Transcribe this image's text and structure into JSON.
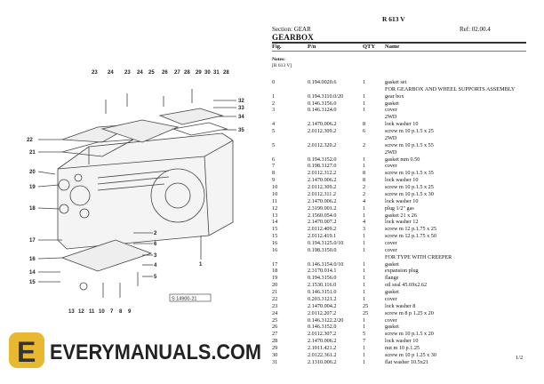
{
  "header": {
    "model": "R 613 V",
    "section": "Section: GEAR",
    "ref": "Ref: 02.00.4",
    "title": "GEARBOX"
  },
  "columns": {
    "fig": "Fig.",
    "pn": "P/n",
    "qty": "QTY",
    "name": "Name"
  },
  "notes": {
    "label": "Notes:",
    "value": "[R 613 V]"
  },
  "rows": [
    {
      "fig": "0",
      "pn": "0.194.0020.6",
      "qty": "1",
      "name": "gasket set"
    },
    {
      "fig": "",
      "pn": "",
      "qty": "",
      "name": "FOR GEARBOX AND WHEEL SUPPORTS ASSEMBLY"
    },
    {
      "fig": "1",
      "pn": "0.194.3110.0/20",
      "qty": "1",
      "name": "gear box"
    },
    {
      "fig": "2",
      "pn": "0.146.3156.0",
      "qty": "1",
      "name": "gasket"
    },
    {
      "fig": "3",
      "pn": "0.146.3124.0",
      "qty": "1",
      "name": "cover"
    },
    {
      "fig": "",
      "pn": "",
      "qty": "",
      "name": "2WD"
    },
    {
      "fig": "4",
      "pn": "2.1470.006.2",
      "qty": "8",
      "name": "lock washer 10"
    },
    {
      "fig": "5",
      "pn": "2.0112.309.2",
      "qty": "6",
      "name": "screw m 10 p.1.5 x 25"
    },
    {
      "fig": "",
      "pn": "",
      "qty": "",
      "name": "2WD"
    },
    {
      "fig": "5",
      "pn": "2.0112.320.2",
      "qty": "2",
      "name": "screw m 10 p.1.5 x 55"
    },
    {
      "fig": "",
      "pn": "",
      "qty": "",
      "name": "2WD"
    },
    {
      "fig": "6",
      "pn": "0.194.3152.0",
      "qty": "1",
      "name": "gasket mm 0.50"
    },
    {
      "fig": "7",
      "pn": "0.198.3127.0",
      "qty": "1",
      "name": "cover"
    },
    {
      "fig": "8",
      "pn": "2.0112.312.2",
      "qty": "8",
      "name": "screw m 10 p.1.5 x 35"
    },
    {
      "fig": "9",
      "pn": "2.1470.006.2",
      "qty": "8",
      "name": "lock washer 10"
    },
    {
      "fig": "10",
      "pn": "2.0112.309.2",
      "qty": "2",
      "name": "screw m 10 p.1.5 x 25"
    },
    {
      "fig": "10",
      "pn": "2.0112.311.2",
      "qty": "2",
      "name": "screw m 10 p.1.5 x 30"
    },
    {
      "fig": "11",
      "pn": "2.1470.006.2",
      "qty": "4",
      "name": "lock washer 10"
    },
    {
      "fig": "12",
      "pn": "2.3199.001.2",
      "qty": "1",
      "name": "plug 1/2\" gas"
    },
    {
      "fig": "13",
      "pn": "2.1560.054.0",
      "qty": "1",
      "name": "gasket 21 x 26"
    },
    {
      "fig": "14",
      "pn": "2.1470.007.2",
      "qty": "4",
      "name": "lock washer 12"
    },
    {
      "fig": "15",
      "pn": "2.0112.409.2",
      "qty": "3",
      "name": "screw m 12 p.1.75 x 25"
    },
    {
      "fig": "15",
      "pn": "2.0112.419.1",
      "qty": "1",
      "name": "screw m 12 p.1.75 x 50"
    },
    {
      "fig": "16",
      "pn": "0.194.3125.0/10",
      "qty": "1",
      "name": "cover"
    },
    {
      "fig": "16",
      "pn": "0.198.3150.0",
      "qty": "1",
      "name": "cover"
    },
    {
      "fig": "",
      "pn": "",
      "qty": "",
      "name": "FOR TYPE WITH CREEPER"
    },
    {
      "fig": "17",
      "pn": "0.146.3154.0/10",
      "qty": "1",
      "name": "gasket"
    },
    {
      "fig": "18",
      "pn": "2.3170.014.1",
      "qty": "1",
      "name": "expansion plug"
    },
    {
      "fig": "19",
      "pn": "0.194.3156.0",
      "qty": "1",
      "name": "flange"
    },
    {
      "fig": "20",
      "pn": "2.1530.116.0",
      "qty": "1",
      "name": "oil seal 45.69x2.62"
    },
    {
      "fig": "21",
      "pn": "0.146.3151.0",
      "qty": "1",
      "name": "gasket"
    },
    {
      "fig": "22",
      "pn": "0.203.3121.2",
      "qty": "1",
      "name": "cover"
    },
    {
      "fig": "23",
      "pn": "2.1470.004.2",
      "qty": "25",
      "name": "lock washer 8"
    },
    {
      "fig": "24",
      "pn": "2.0112.207.2",
      "qty": "25",
      "name": "screw m 8 p 1.25 x 20"
    },
    {
      "fig": "25",
      "pn": "0.146.3122.2/20",
      "qty": "1",
      "name": "cover"
    },
    {
      "fig": "26",
      "pn": "0.146.3152.0",
      "qty": "1",
      "name": "gasket"
    },
    {
      "fig": "27",
      "pn": "2.0112.307.2",
      "qty": "5",
      "name": "screw m 10 p.1.5 x 20"
    },
    {
      "fig": "28",
      "pn": "2.1470.006.2",
      "qty": "7",
      "name": "lock washer 10"
    },
    {
      "fig": "29",
      "pn": "2.1011.421.2",
      "qty": "1",
      "name": "nut m 10 p.1.25"
    },
    {
      "fig": "30",
      "pn": "2.0122.361.2",
      "qty": "1",
      "name": "screw m 10 p 1.25 x 30"
    },
    {
      "fig": "31",
      "pn": "2.1310.006.2",
      "qty": "1",
      "name": "flat washer 10.5x21"
    }
  ],
  "page_number": "1/2",
  "diagram": {
    "callouts": [
      "23",
      "24",
      "23",
      "24",
      "25",
      "26",
      "27",
      "28",
      "29",
      "30",
      "31",
      "28",
      "32",
      "33",
      "34",
      "35",
      "22",
      "21",
      "20",
      "19",
      "18",
      "17",
      "16",
      "14",
      "15",
      "13",
      "12",
      "11",
      "10",
      "7",
      "8",
      "9",
      "2",
      "6",
      "3",
      "4",
      "5",
      "1"
    ],
    "drawing_code": "S 14900-21"
  },
  "watermark": {
    "text": "EVERYMANUALS.COM",
    "logo_letter": "E",
    "logo_color": "#e8b830"
  }
}
